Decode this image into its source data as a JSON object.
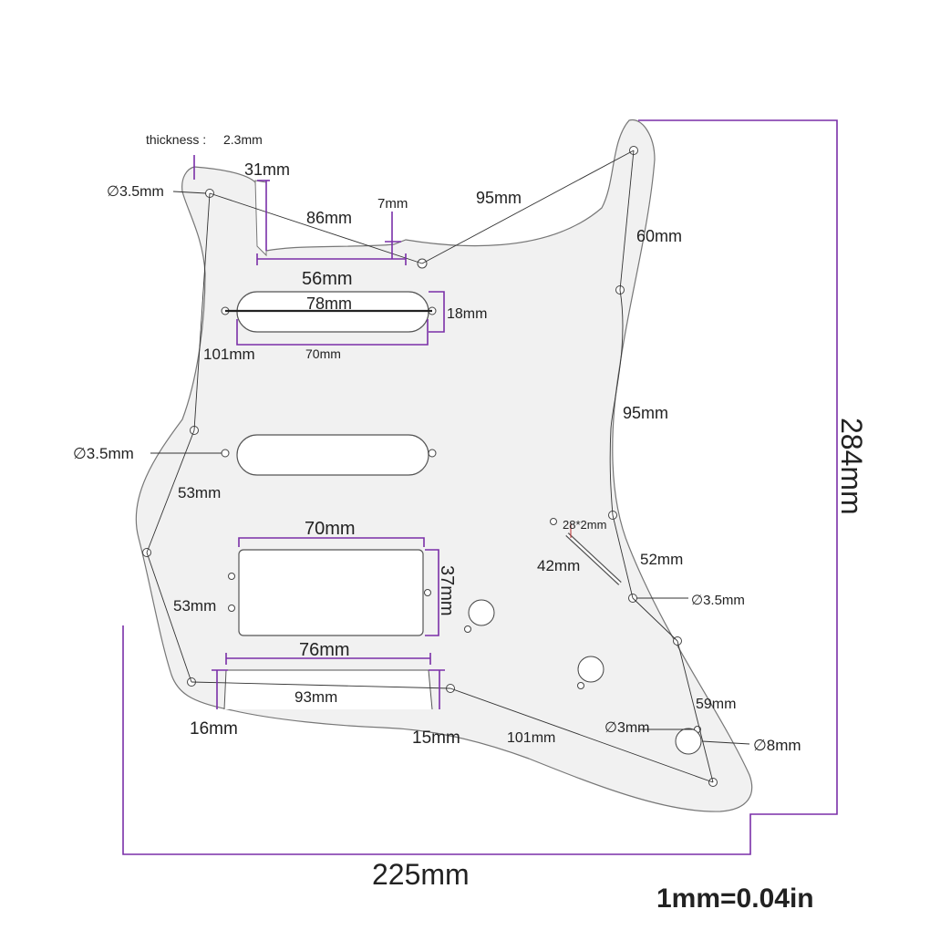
{
  "colors": {
    "dimension_line": "#7a2fa8",
    "guard_fill": "#f1f1f1",
    "outline": "#555555"
  },
  "labels": {
    "thickness_label": "thickness :",
    "thickness_value": "2.3mm",
    "d_topleft": "∅3.5mm",
    "d_midleft": "∅3.5mm",
    "d_right_mid": "∅3.5mm",
    "d_3mm": "∅3mm",
    "d_8mm": "∅8mm",
    "w31": "31mm",
    "w7": "7mm",
    "w86": "86mm",
    "w95_top": "95mm",
    "w60": "60mm",
    "w56": "56mm",
    "w78": "78mm",
    "w18": "18mm",
    "w101_top": "101mm",
    "w70_neck": "70mm",
    "w95_right": "95mm",
    "w53_upper": "53mm",
    "w53_lower": "53mm",
    "slot": "28*2mm",
    "w42": "42mm",
    "w52": "52mm",
    "w70_hb": "70mm",
    "h37": "37mm",
    "w76": "76mm",
    "w93": "93mm",
    "w16": "16mm",
    "w15": "15mm",
    "w101_bottom": "101mm",
    "w59": "59mm",
    "total_width": "225mm",
    "total_height": "284mm",
    "conversion": "1mm=0.04in"
  }
}
